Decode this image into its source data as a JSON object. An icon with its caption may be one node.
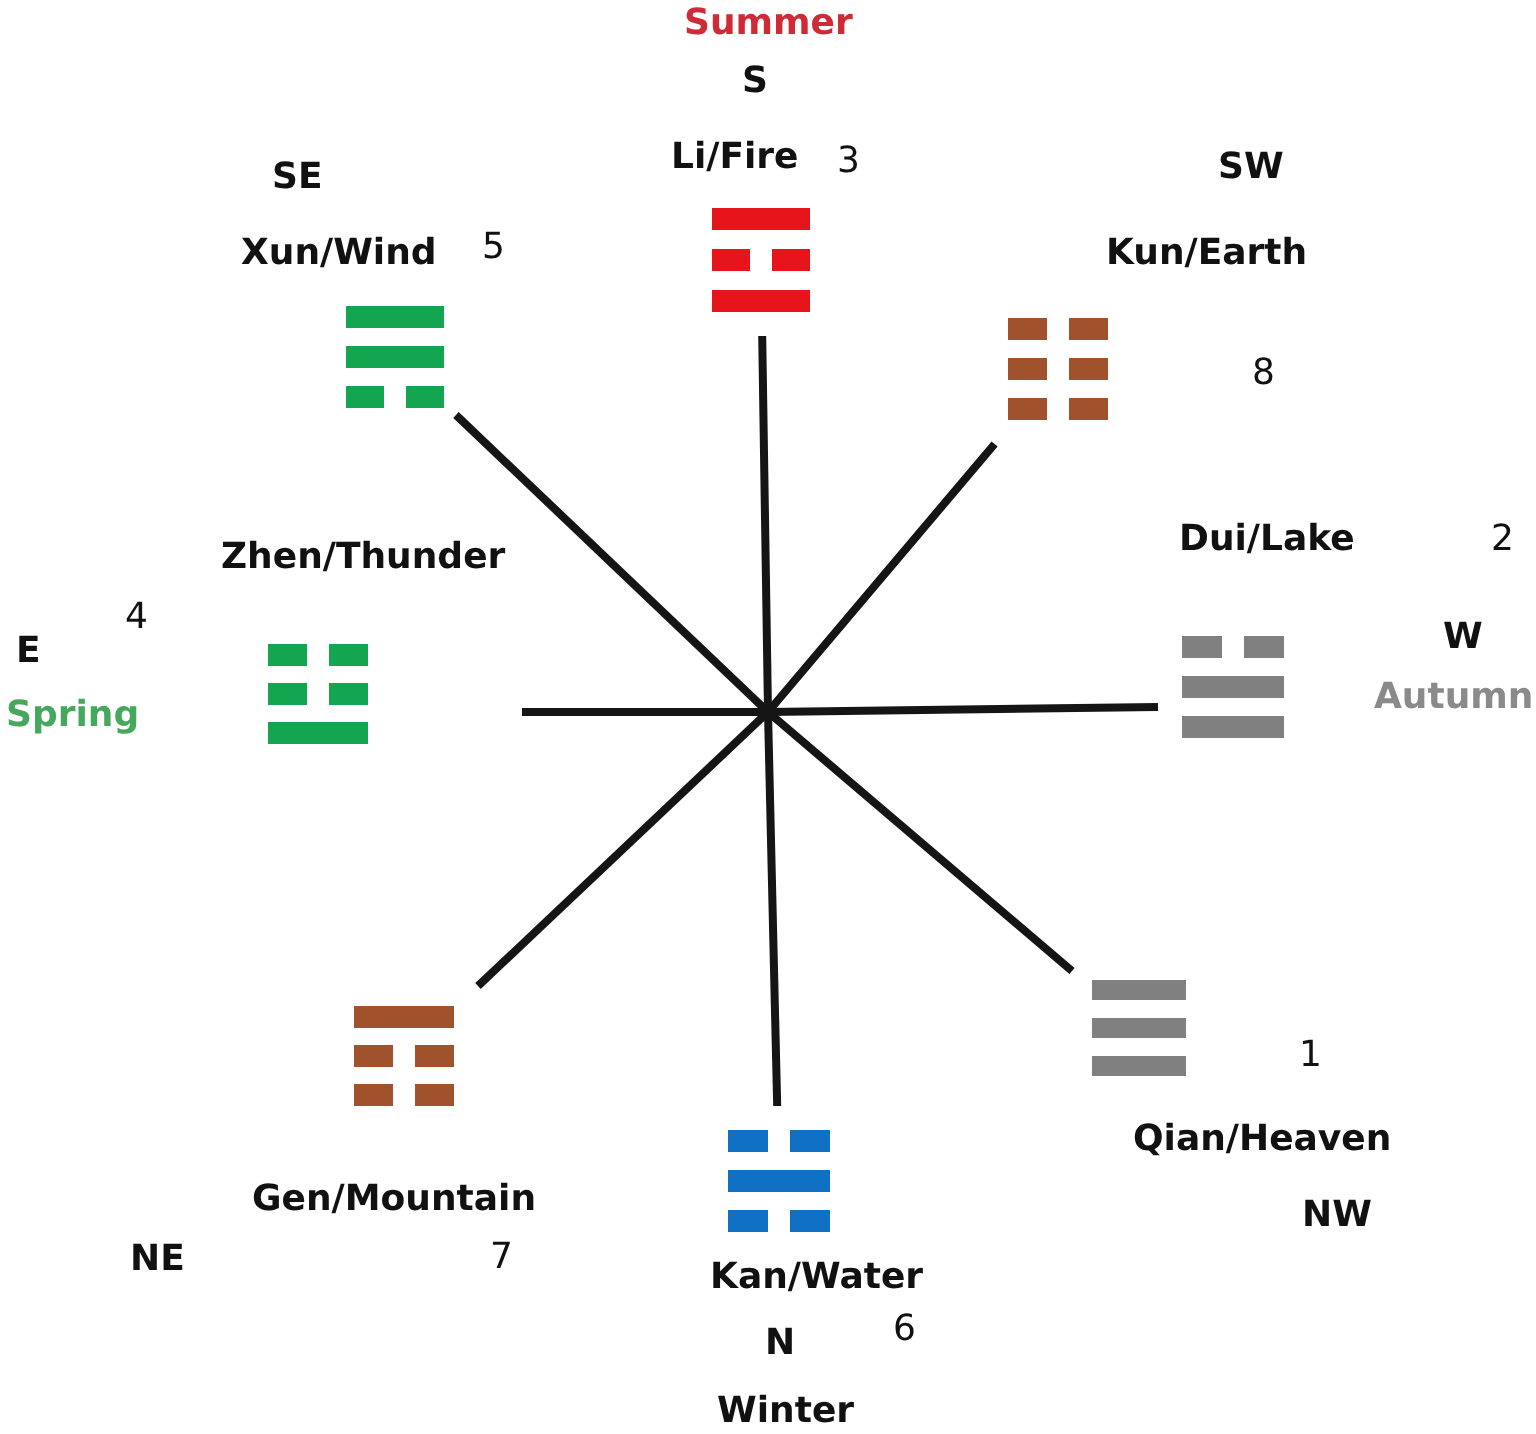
{
  "diagram": {
    "nodes": [
      {
        "text": [
          "Li/Fire"
        ],
        "beside": [
          "3"
        ]
      },
      {
        "text": [
          "Xun/Wind"
        ],
        "beside": [
          "5"
        ]
      },
      {
        "text": [
          "Kun/Earth",
          "8"
        ]
      },
      {
        "text": [
          "Zhen/Thunder"
        ],
        "beside": [
          "4"
        ]
      },
      {
        "text": [
          "Dui/Lake"
        ],
        "beside": [
          "2"
        ]
      },
      {
        "text": [
          "1",
          "Qian/Heaven"
        ]
      },
      {
        "text": [
          "Gen/Mountain"
        ],
        "beside": [
          "7"
        ]
      },
      {
        "text": [
          "Kan/Water"
        ],
        "beside": [
          "6"
        ]
      }
    ],
    "edges": [
      {
        "from": 0,
        "to": 7,
        "arrow": "none"
      },
      {
        "from": 1,
        "to": 5,
        "arrow": "none"
      },
      {
        "from": 2,
        "to": 6,
        "arrow": "none"
      },
      {
        "from": 3,
        "to": 4,
        "arrow": "none"
      }
    ],
    "labels": [
      "Summer",
      "S",
      "SE",
      "SW",
      "E",
      "W",
      "Spring",
      "Autumn",
      "NW",
      "NE",
      "N",
      "Winter"
    ]
  }
}
